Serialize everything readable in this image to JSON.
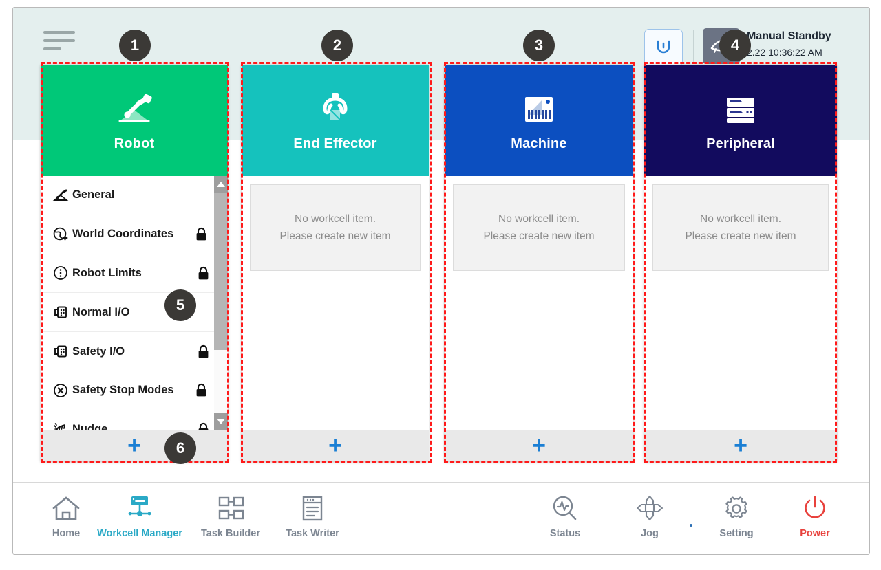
{
  "header": {
    "menu_icon": "hamburger-menu-icon",
    "home_button_icon": "robot-home-icon",
    "mode_icon": "manual-hand-icon",
    "status_title": "Manual Standby",
    "status_time": "2.22 10:36:22 AM"
  },
  "cards": [
    {
      "id": "robot",
      "title": "Robot",
      "icon": "robot-arm-icon",
      "color": "#00c878",
      "type": "list",
      "items": [
        {
          "label": "General",
          "icon": "robot-arm-small-icon",
          "locked": false
        },
        {
          "label": "World Coordinates",
          "icon": "world-coordinates-icon",
          "locked": true
        },
        {
          "label": "Robot Limits",
          "icon": "robot-limits-icon",
          "locked": true
        },
        {
          "label": "Normal I/O",
          "icon": "io-icon",
          "locked": false
        },
        {
          "label": "Safety I/O",
          "icon": "io-icon",
          "locked": true
        },
        {
          "label": "Safety Stop Modes",
          "icon": "safety-stop-icon",
          "locked": true
        },
        {
          "label": "Nudge",
          "icon": "nudge-hand-icon",
          "locked": true
        }
      ],
      "add_label": "+"
    },
    {
      "id": "end-effector",
      "title": "End Effector",
      "icon": "gripper-icon",
      "color": "#15c2bd",
      "type": "empty",
      "empty_line1": "No workcell item.",
      "empty_line2": "Please create new item",
      "add_label": "+"
    },
    {
      "id": "machine",
      "title": "Machine",
      "icon": "machine-icon",
      "color": "#0c4fc0",
      "type": "empty",
      "empty_line1": "No workcell item.",
      "empty_line2": "Please create new item",
      "add_label": "+"
    },
    {
      "id": "peripheral",
      "title": "Peripheral",
      "icon": "peripheral-rack-icon",
      "color": "#120b5e",
      "type": "empty",
      "empty_line1": "No workcell item.",
      "empty_line2": "Please create new item",
      "add_label": "+"
    }
  ],
  "nav": {
    "left": [
      {
        "label": "Home",
        "icon": "home-icon",
        "active": false
      },
      {
        "label": "Workcell Manager",
        "icon": "workcell-manager-icon",
        "active": true
      },
      {
        "label": "Task Builder",
        "icon": "task-builder-icon",
        "active": false
      },
      {
        "label": "Task Writer",
        "icon": "task-writer-icon",
        "active": false
      }
    ],
    "right": [
      {
        "label": "Status",
        "icon": "status-search-icon",
        "active": false
      },
      {
        "label": "Jog",
        "icon": "jog-arrows-icon",
        "active": false
      },
      {
        "label": "Setting",
        "icon": "gear-icon",
        "active": false
      },
      {
        "label": "Power",
        "icon": "power-icon",
        "active": false
      }
    ]
  },
  "annotations": [
    {
      "number": "1"
    },
    {
      "number": "2"
    },
    {
      "number": "3"
    },
    {
      "number": "4"
    },
    {
      "number": "5"
    },
    {
      "number": "6"
    }
  ],
  "colors": {
    "accent_blue": "#1b7fd4",
    "active_nav": "#2aa9c6",
    "power_red": "#e8413c",
    "annotation_red": "#ff1a1a",
    "badge_bg": "#3b3936",
    "header_bg": "#e4efee"
  }
}
